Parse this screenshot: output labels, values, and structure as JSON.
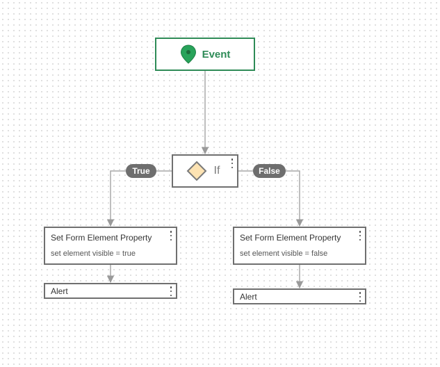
{
  "event_node": {
    "label": "Event",
    "icon": "map-pin-icon",
    "color": "#2e8b57"
  },
  "if_node": {
    "label": "If",
    "icon": "diamond-icon",
    "icon_fill": "#fde3b3"
  },
  "branches": {
    "true_label": "True",
    "false_label": "False"
  },
  "actions": {
    "true_branch": {
      "title": "Set Form Element Property",
      "detail": "set element visible = true",
      "alert": "Alert"
    },
    "false_branch": {
      "title": "Set Form Element Property",
      "detail": "set element visible = false",
      "alert": "Alert"
    }
  }
}
